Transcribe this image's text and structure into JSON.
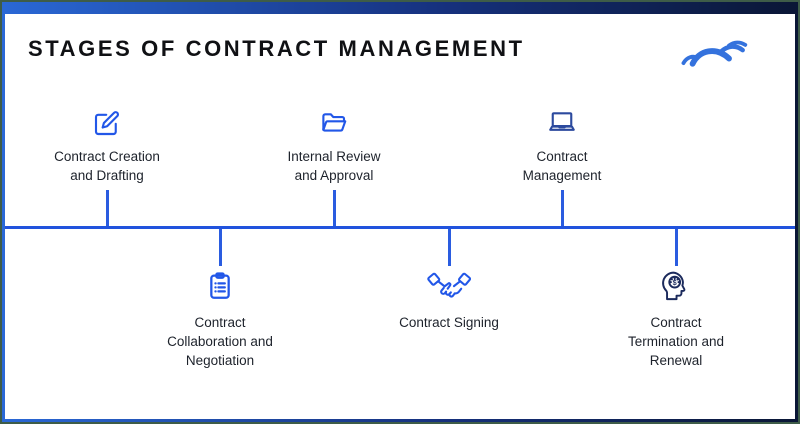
{
  "frame": {
    "border_color": "#3e5c48",
    "top_bar_gradient": [
      "#2a68d6",
      "#0a1635"
    ]
  },
  "header": {
    "title": "STAGES OF CONTRACT MANAGEMENT",
    "logo": "cloud-swoosh-logo",
    "logo_color": "#3472dd"
  },
  "timeline": {
    "line_color": "#2153dd",
    "connector_color": "#2a5ce0"
  },
  "stages": [
    {
      "id": "creation",
      "row": "top",
      "label": "Contract Creation\nand Drafting",
      "icon": "edit-compose-icon",
      "color": "#2257e8"
    },
    {
      "id": "collaboration",
      "row": "bottom",
      "label": "Contract\nCollaboration and\nNegotiation",
      "icon": "clipboard-icon",
      "color": "#2257e8"
    },
    {
      "id": "review",
      "row": "top",
      "label": "Internal Review\nand Approval",
      "icon": "open-folder-icon",
      "color": "#2257e8"
    },
    {
      "id": "signing",
      "row": "bottom",
      "label": "Contract Signing",
      "icon": "handshake-icon",
      "color": "#2257e8"
    },
    {
      "id": "management",
      "row": "top",
      "label": "Contract\nManagement",
      "icon": "laptop-icon",
      "color": "#2c4a9e"
    },
    {
      "id": "termination",
      "row": "bottom",
      "label": "Contract\nTermination and\nRenewal",
      "icon": "head-dollar-icon",
      "color": "#1b2a5c"
    }
  ]
}
